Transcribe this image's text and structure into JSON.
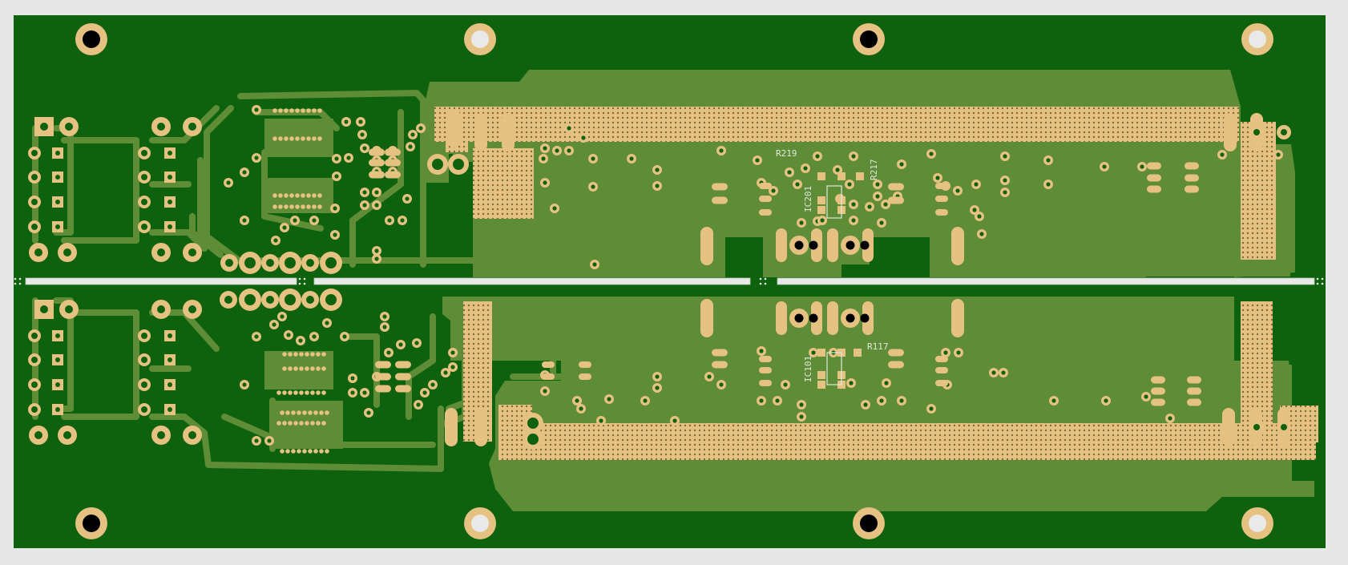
{
  "board": {
    "colors": {
      "background": "#e7e7e7",
      "substrate": "#0e620e",
      "copper": "#5f8c37",
      "trace": "#5f8c37",
      "pad": "#e6c282",
      "drill_dark": "#000000",
      "drill_light": "#e9e9e9",
      "silkscreen": "#dfe9dc",
      "slot": "#e9e9e9"
    },
    "silk_labels": [
      {
        "id": "r219",
        "text": "R219"
      },
      {
        "id": "r217",
        "text": "R217"
      },
      {
        "id": "ic201",
        "text": "IC201"
      },
      {
        "id": "r117",
        "text": "R117"
      },
      {
        "id": "ic101",
        "text": "IC101"
      }
    ]
  }
}
